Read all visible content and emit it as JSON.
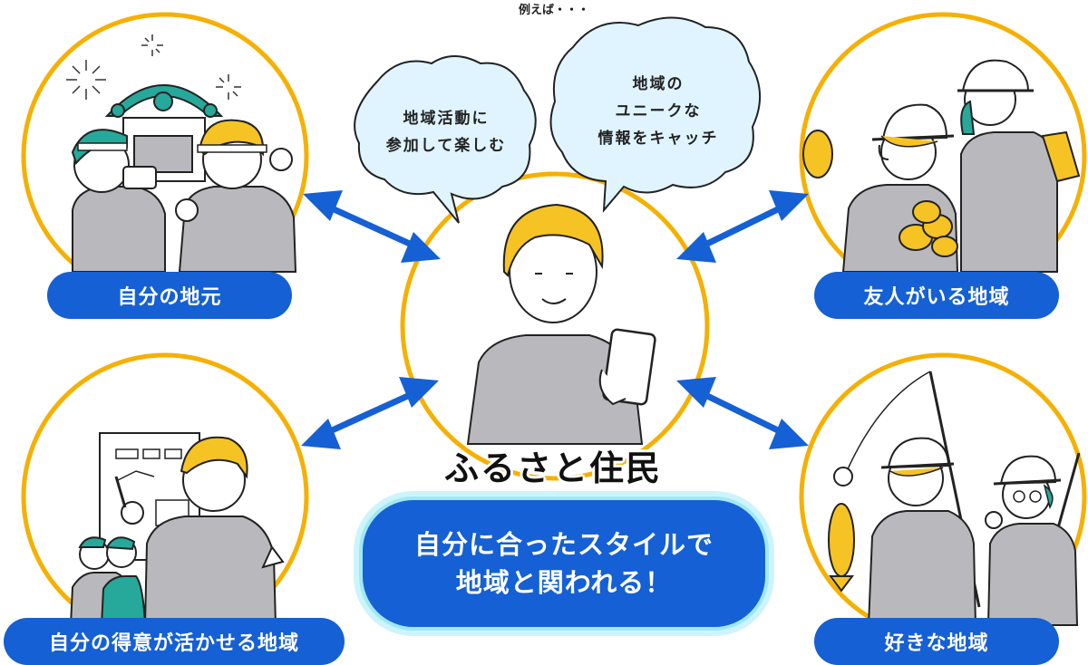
{
  "intro": "例えば・・・",
  "center": {
    "title": "ふるさと住民",
    "slogan_line1": "自分に合ったスタイルで",
    "slogan_line2": "地域と関われる！"
  },
  "bubbles": [
    {
      "line1": "地域活動に",
      "line2": "参加して楽しむ"
    },
    {
      "line1": "地域の",
      "line2": "ユニークな",
      "line3": "情報をキャッチ"
    }
  ],
  "circles": {
    "top_left": "自分の地元",
    "top_right": "友人がいる地域",
    "bottom_left": "自分の得意が活かせる地域",
    "bottom_right": "好きな地域"
  },
  "colors": {
    "accent_blue": "#1560d4",
    "ring_orange": "#f5b000",
    "hair_yellow": "#f6c324",
    "shirt_gray": "#b9b9bd",
    "teal": "#26a89a"
  }
}
